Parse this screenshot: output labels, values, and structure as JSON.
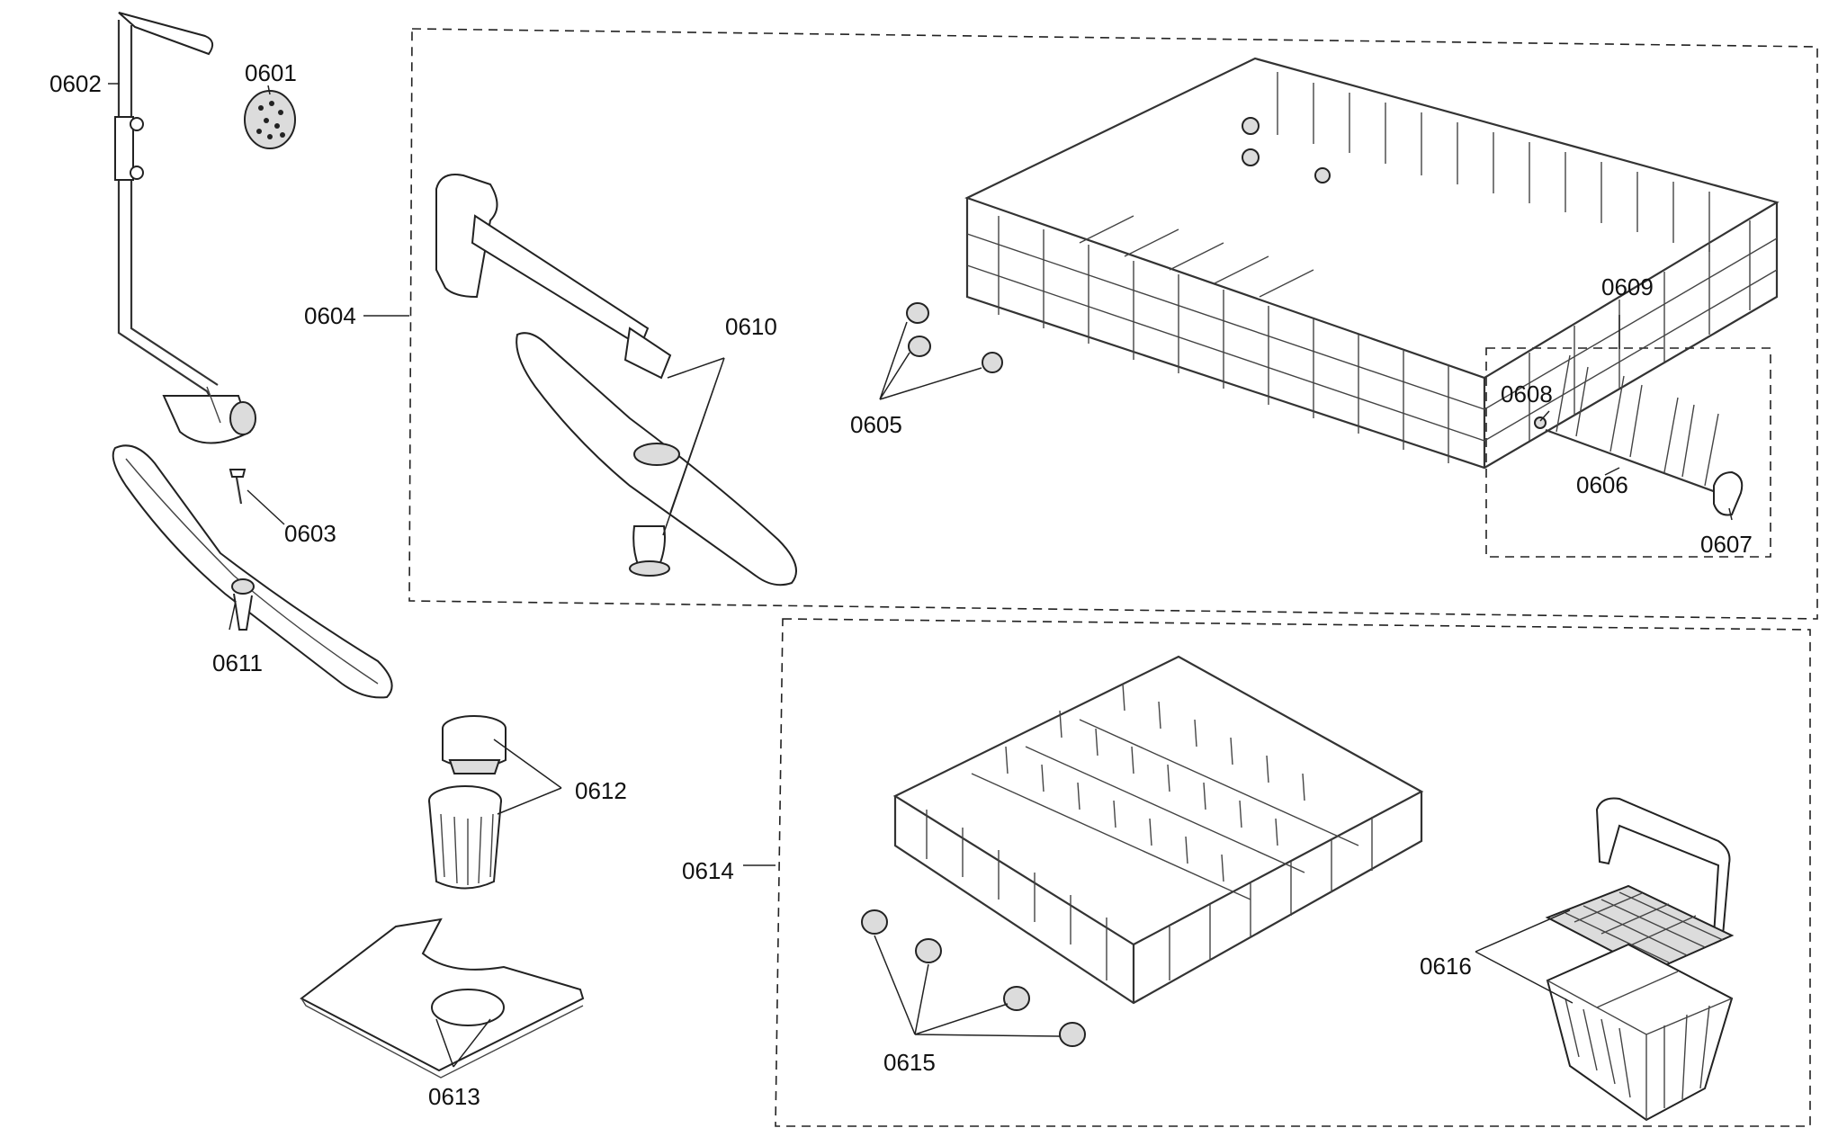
{
  "labels": {
    "p0601": "0601",
    "p0602": "0602",
    "p0603": "0603",
    "p0604": "0604",
    "p0605": "0605",
    "p0606": "0606",
    "p0607": "0607",
    "p0608": "0608",
    "p0609": "0609",
    "p0610": "0610",
    "p0611": "0611",
    "p0612": "0612",
    "p0613": "0613",
    "p0614": "0614",
    "p0615": "0615",
    "p0616": "0616"
  }
}
